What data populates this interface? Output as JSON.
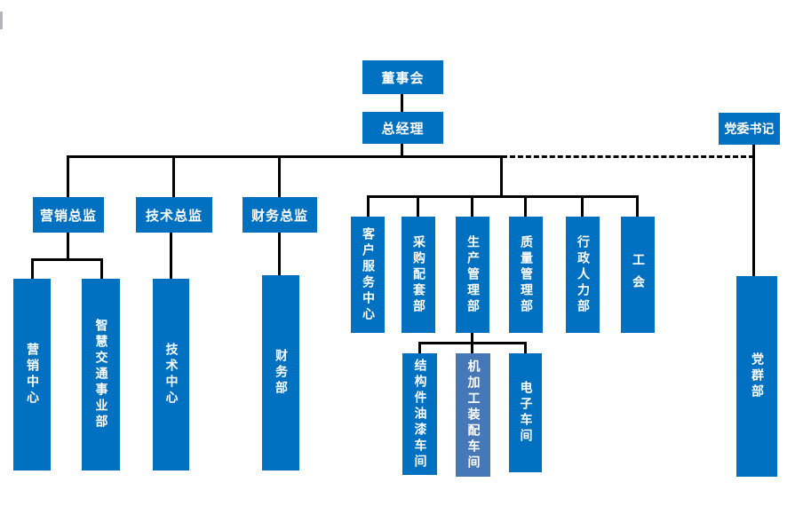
{
  "colors": {
    "background": "#ffffff",
    "node_fill": "#0070c0",
    "node_fill_highlight": "#4678b8",
    "node_text": "#ffffff",
    "connector": "#000000",
    "edge_artifact": "#b5b5b9"
  },
  "org": {
    "nodes": {
      "board": {
        "label": "董事会"
      },
      "general_manager": {
        "label": "总经理"
      },
      "party_secretary": {
        "label": "党委书记"
      },
      "marketing_director": {
        "label": "营销总监"
      },
      "tech_director": {
        "label": "技术总监"
      },
      "finance_director": {
        "label": "财务总监"
      },
      "customer_service_center": {
        "label": "客户服务中心"
      },
      "procurement_support_dept": {
        "label": "采购配套部"
      },
      "production_mgmt_dept": {
        "label": "生产管理部"
      },
      "quality_mgmt_dept": {
        "label": "质量管理部"
      },
      "admin_hr_dept": {
        "label": "行政人力部"
      },
      "labor_union": {
        "label": "工会"
      },
      "marketing_center": {
        "label": "营销中心"
      },
      "smart_transport_division": {
        "label": "智慧交通事业部"
      },
      "tech_center": {
        "label": "技术中心"
      },
      "finance_dept": {
        "label": "财务部"
      },
      "structural_paint_workshop": {
        "label": "结构件油漆车间"
      },
      "machining_assembly_workshop": {
        "label": "机加工装配车间"
      },
      "electronics_workshop": {
        "label": "电子车间"
      },
      "party_masses_dept": {
        "label": "党群部"
      }
    }
  }
}
